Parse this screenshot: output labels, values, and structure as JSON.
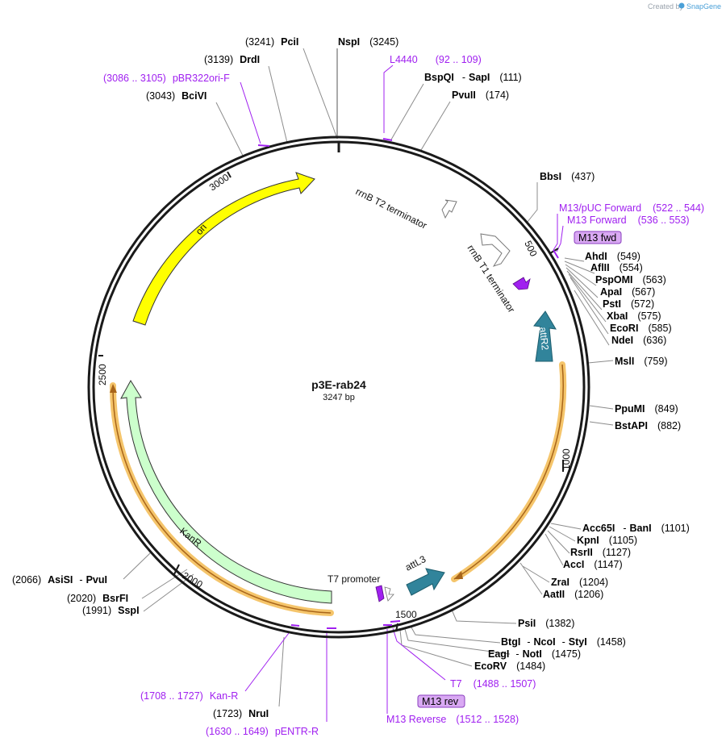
{
  "credit": {
    "prefix": "Created by",
    "brand": "SnapGene"
  },
  "plasmid": {
    "name": "p3E-rab24",
    "length": "3247 bp"
  },
  "ticks": [
    "500",
    "1000",
    "1500",
    "2000",
    "2500",
    "3000"
  ],
  "features": {
    "ori": "ori",
    "kanr": "KanR",
    "attl3": "attL3",
    "attr2": "attR2",
    "rrnb_t1": "rrnB T1 terminator",
    "rrnb_t2": "rrnB T2 terminator",
    "t7_promoter": "T7 promoter",
    "m13_fwd": "M13 fwd",
    "m13_rev": "M13 rev"
  },
  "sites": [
    {
      "id": "pcii",
      "num": "(3241)",
      "name": "PciI"
    },
    {
      "id": "nspi",
      "name": "NspI",
      "num": "(3245)"
    },
    {
      "id": "drdi",
      "num": "(3139)",
      "name": "DrdI"
    },
    {
      "id": "bcivi",
      "num": "(3043)",
      "name": "BciVI"
    },
    {
      "id": "bspqi",
      "name": "BspQI",
      "sep": "-",
      "name2": "SapI",
      "num": "(111)"
    },
    {
      "id": "pvuii",
      "name": "PvuII",
      "num": "(174)"
    },
    {
      "id": "bbsi",
      "name": "BbsI",
      "num": "(437)"
    },
    {
      "id": "ahdi",
      "name": "AhdI",
      "num": "(549)"
    },
    {
      "id": "aflii",
      "name": "AflII",
      "num": "(554)"
    },
    {
      "id": "pspomi",
      "name": "PspOMI",
      "num": "(563)"
    },
    {
      "id": "apai",
      "name": "ApaI",
      "num": "(567)"
    },
    {
      "id": "psti",
      "name": "PstI",
      "num": "(572)"
    },
    {
      "id": "xbai",
      "name": "XbaI",
      "num": "(575)"
    },
    {
      "id": "ecori",
      "name": "EcoRI",
      "num": "(585)"
    },
    {
      "id": "ndei",
      "name": "NdeI",
      "num": "(636)"
    },
    {
      "id": "msli",
      "name": "MslI",
      "num": "(759)"
    },
    {
      "id": "ppumi",
      "name": "PpuMI",
      "num": "(849)"
    },
    {
      "id": "bstapi",
      "name": "BstAPI",
      "num": "(882)"
    },
    {
      "id": "acc65i",
      "name": "Acc65I",
      "sep": "-",
      "name2": "BanI",
      "num": "(1101)"
    },
    {
      "id": "kpni",
      "name": "KpnI",
      "num": "(1105)"
    },
    {
      "id": "rsrii",
      "name": "RsrII",
      "num": "(1127)"
    },
    {
      "id": "acci",
      "name": "AccI",
      "num": "(1147)"
    },
    {
      "id": "zrai",
      "name": "ZraI",
      "num": "(1204)"
    },
    {
      "id": "aatii",
      "name": "AatII",
      "num": "(1206)"
    },
    {
      "id": "psii",
      "name": "PsiI",
      "num": "(1382)"
    },
    {
      "id": "btgi",
      "name": "BtgI",
      "sep": "-",
      "name2": "NcoI",
      "sep2": "-",
      "name3": "StyI",
      "num": "(1458)"
    },
    {
      "id": "eagi",
      "name": "EagI",
      "sep": "-",
      "name2": "NotI",
      "num": "(1475)"
    },
    {
      "id": "ecorv",
      "name": "EcoRV",
      "num": "(1484)"
    },
    {
      "id": "nrui",
      "num": "(1723)",
      "name": "NruI"
    },
    {
      "id": "sspi",
      "num": "(1991)",
      "name": "SspI"
    },
    {
      "id": "bsrfi",
      "num": "(2020)",
      "name": "BsrFI"
    },
    {
      "id": "asisi",
      "num": "(2066)",
      "name": "AsiSI",
      "sep": "-",
      "name2": "PvuI"
    }
  ],
  "primers": [
    {
      "id": "l4440",
      "name": "L4440",
      "range": "(92 .. 109)"
    },
    {
      "id": "pbr322ori",
      "range": "(3086 .. 3105)",
      "name": "pBR322ori-F"
    },
    {
      "id": "m13puc",
      "name": "M13/pUC Forward",
      "range": "(522 .. 544)"
    },
    {
      "id": "m13fwd",
      "name": "M13 Forward",
      "range": "(536 .. 553)"
    },
    {
      "id": "t7",
      "name": "T7",
      "range": "(1488 .. 1507)"
    },
    {
      "id": "m13rev",
      "name": "M13 Reverse",
      "range": "(1512 .. 1528)"
    },
    {
      "id": "kanr_p",
      "range": "(1708 .. 1727)",
      "name": "Kan-R"
    },
    {
      "id": "pentr",
      "range": "(1630 .. 1649)",
      "name": "pENTR-R"
    }
  ],
  "colors": {
    "backbone": "#1a1a1a",
    "ori": "#ffff00",
    "kanr": "#ccffcc",
    "att": "#31849b",
    "orf_highlight": "#f5c56b",
    "primer": "#a020f0",
    "primer_box": "#d9a9f3",
    "leader": "#8c8c8c"
  }
}
